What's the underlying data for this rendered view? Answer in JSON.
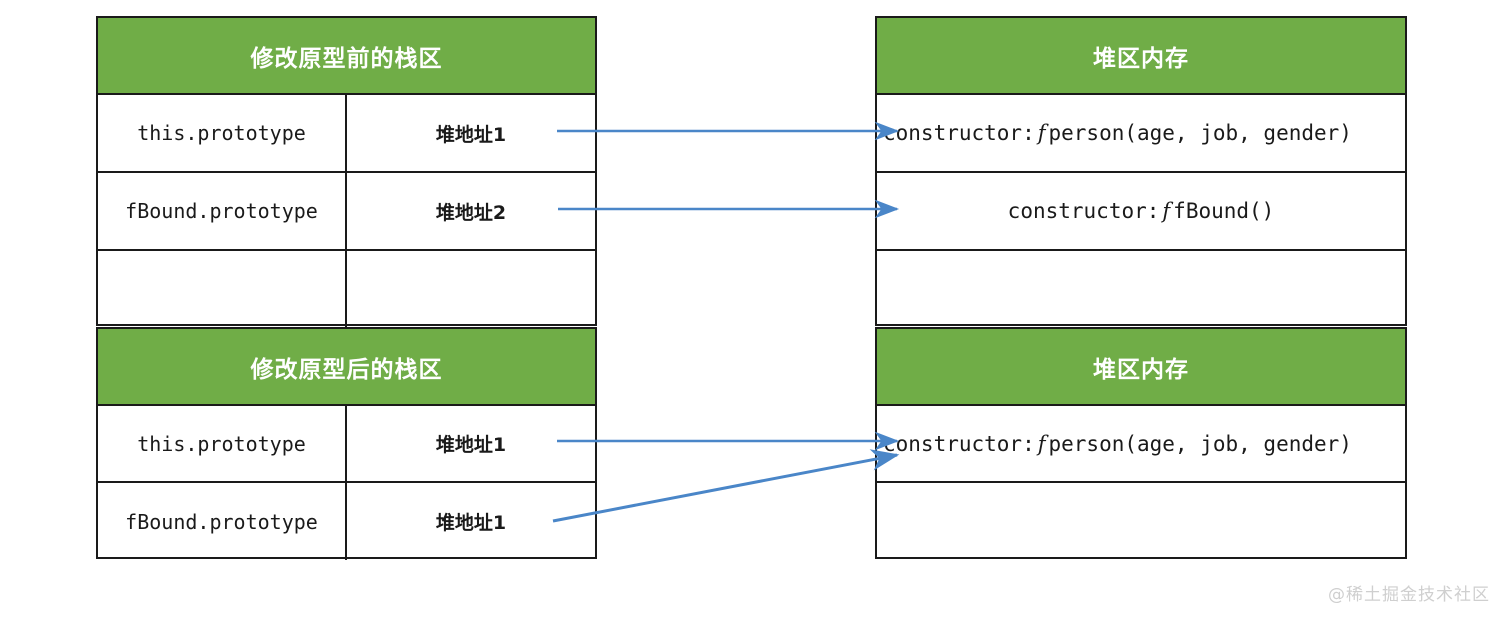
{
  "diagram": {
    "accent_green": "#70AD47",
    "arrow_color": "#4A86C8",
    "border_color": "#1A1A1A",
    "watermark": "@稀土掘金技术社区"
  },
  "stack_before": {
    "title": "修改原型前的栈区",
    "rows": [
      {
        "name": "this.prototype",
        "address": "堆地址1"
      },
      {
        "name": "fBound.prototype",
        "address": "堆地址2"
      },
      {
        "name": "",
        "address": ""
      }
    ]
  },
  "stack_after": {
    "title": "修改原型后的栈区",
    "rows": [
      {
        "name": "this.prototype",
        "address": "堆地址1"
      },
      {
        "name": "fBound.prototype",
        "address": "堆地址1"
      }
    ]
  },
  "heap_before": {
    "title": "堆区内存",
    "rows": [
      {
        "prefix": "constructor:",
        "fn": "f",
        "signature": "person(age, job, gender)"
      },
      {
        "prefix": "constructor:",
        "fn": "f",
        "signature": "fBound()"
      },
      {
        "prefix": "",
        "fn": "",
        "signature": ""
      }
    ]
  },
  "heap_after": {
    "title": "堆区内存",
    "rows": [
      {
        "prefix": "constructor:",
        "fn": "f",
        "signature": "person(age, job, gender)"
      },
      {
        "prefix": "",
        "fn": "",
        "signature": ""
      }
    ]
  },
  "connectors": [
    {
      "id": "arrow-this-to-person-before",
      "from": "stack-before.row1.address",
      "to": "heap-before.row1"
    },
    {
      "id": "arrow-fbound-to-fbound-before",
      "from": "stack-before.row2.address",
      "to": "heap-before.row2"
    },
    {
      "id": "arrow-this-to-person-after",
      "from": "stack-after.row1.address",
      "to": "heap-after.row1"
    },
    {
      "id": "arrow-fbound-to-person-after",
      "from": "stack-after.row2.address",
      "to": "heap-after.row1"
    }
  ]
}
